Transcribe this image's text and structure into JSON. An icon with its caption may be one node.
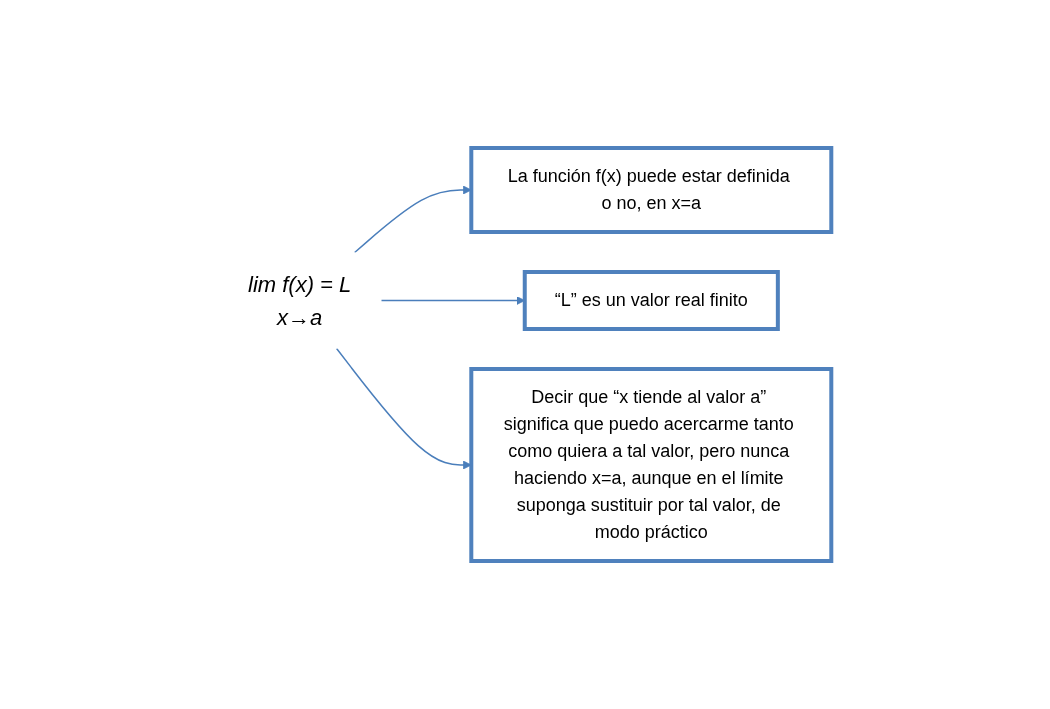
{
  "diagram": {
    "nodes": [
      {
        "text": [
          "La función f(x) puede estar definida o no, en x=a"
        ]
      },
      {
        "text": [
          "lim f(x) = L",
          "x→a"
        ]
      },
      {
        "text": [
          "“L” es un valor real finito"
        ]
      },
      {
        "text": [
          "Decir que “x tiende al valor a” significa que puedo acercarme tanto como quiera a tal valor, pero nunca haciendo x=a, aunque en el límite suponga sustituir por tal valor, de modo práctico"
        ]
      }
    ],
    "edges": [
      {
        "from": 1,
        "to": 0,
        "arrow": "to"
      },
      {
        "from": 1,
        "to": 2,
        "arrow": "to"
      },
      {
        "from": 1,
        "to": 3,
        "arrow": "to"
      }
    ]
  }
}
